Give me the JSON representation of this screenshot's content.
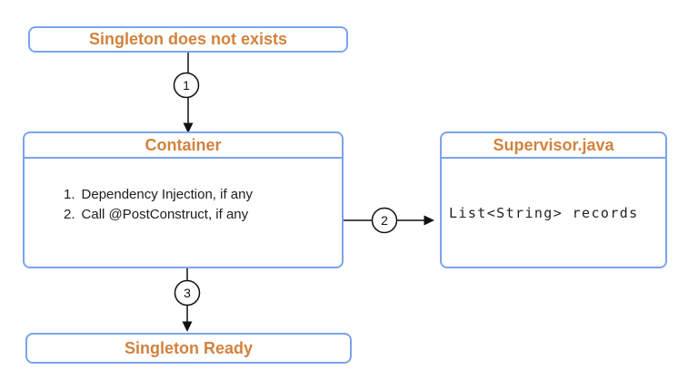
{
  "diagram": {
    "type": "flowchart",
    "colors": {
      "accent_orange": "#D2823C",
      "node_border_blue": "#7AA4EC",
      "edge_black": "#111111",
      "background": "#FFFFFF"
    },
    "nodes": {
      "start": {
        "title": "Singleton does not exists"
      },
      "container": {
        "title": "Container",
        "items": [
          {
            "num": "1.",
            "text": "Dependency Injection, if any"
          },
          {
            "num": "2.",
            "text": "Call @PostConstruct, if any"
          }
        ]
      },
      "supervisor": {
        "title": "Supervisor.java",
        "code": "List<String> records"
      },
      "end": {
        "title": "Singleton Ready"
      }
    },
    "connectors": {
      "step1": {
        "label": "1",
        "from": "start",
        "to": "container"
      },
      "step2": {
        "label": "2",
        "from": "container",
        "to": "supervisor"
      },
      "step3": {
        "label": "3",
        "from": "container",
        "to": "end"
      }
    }
  }
}
